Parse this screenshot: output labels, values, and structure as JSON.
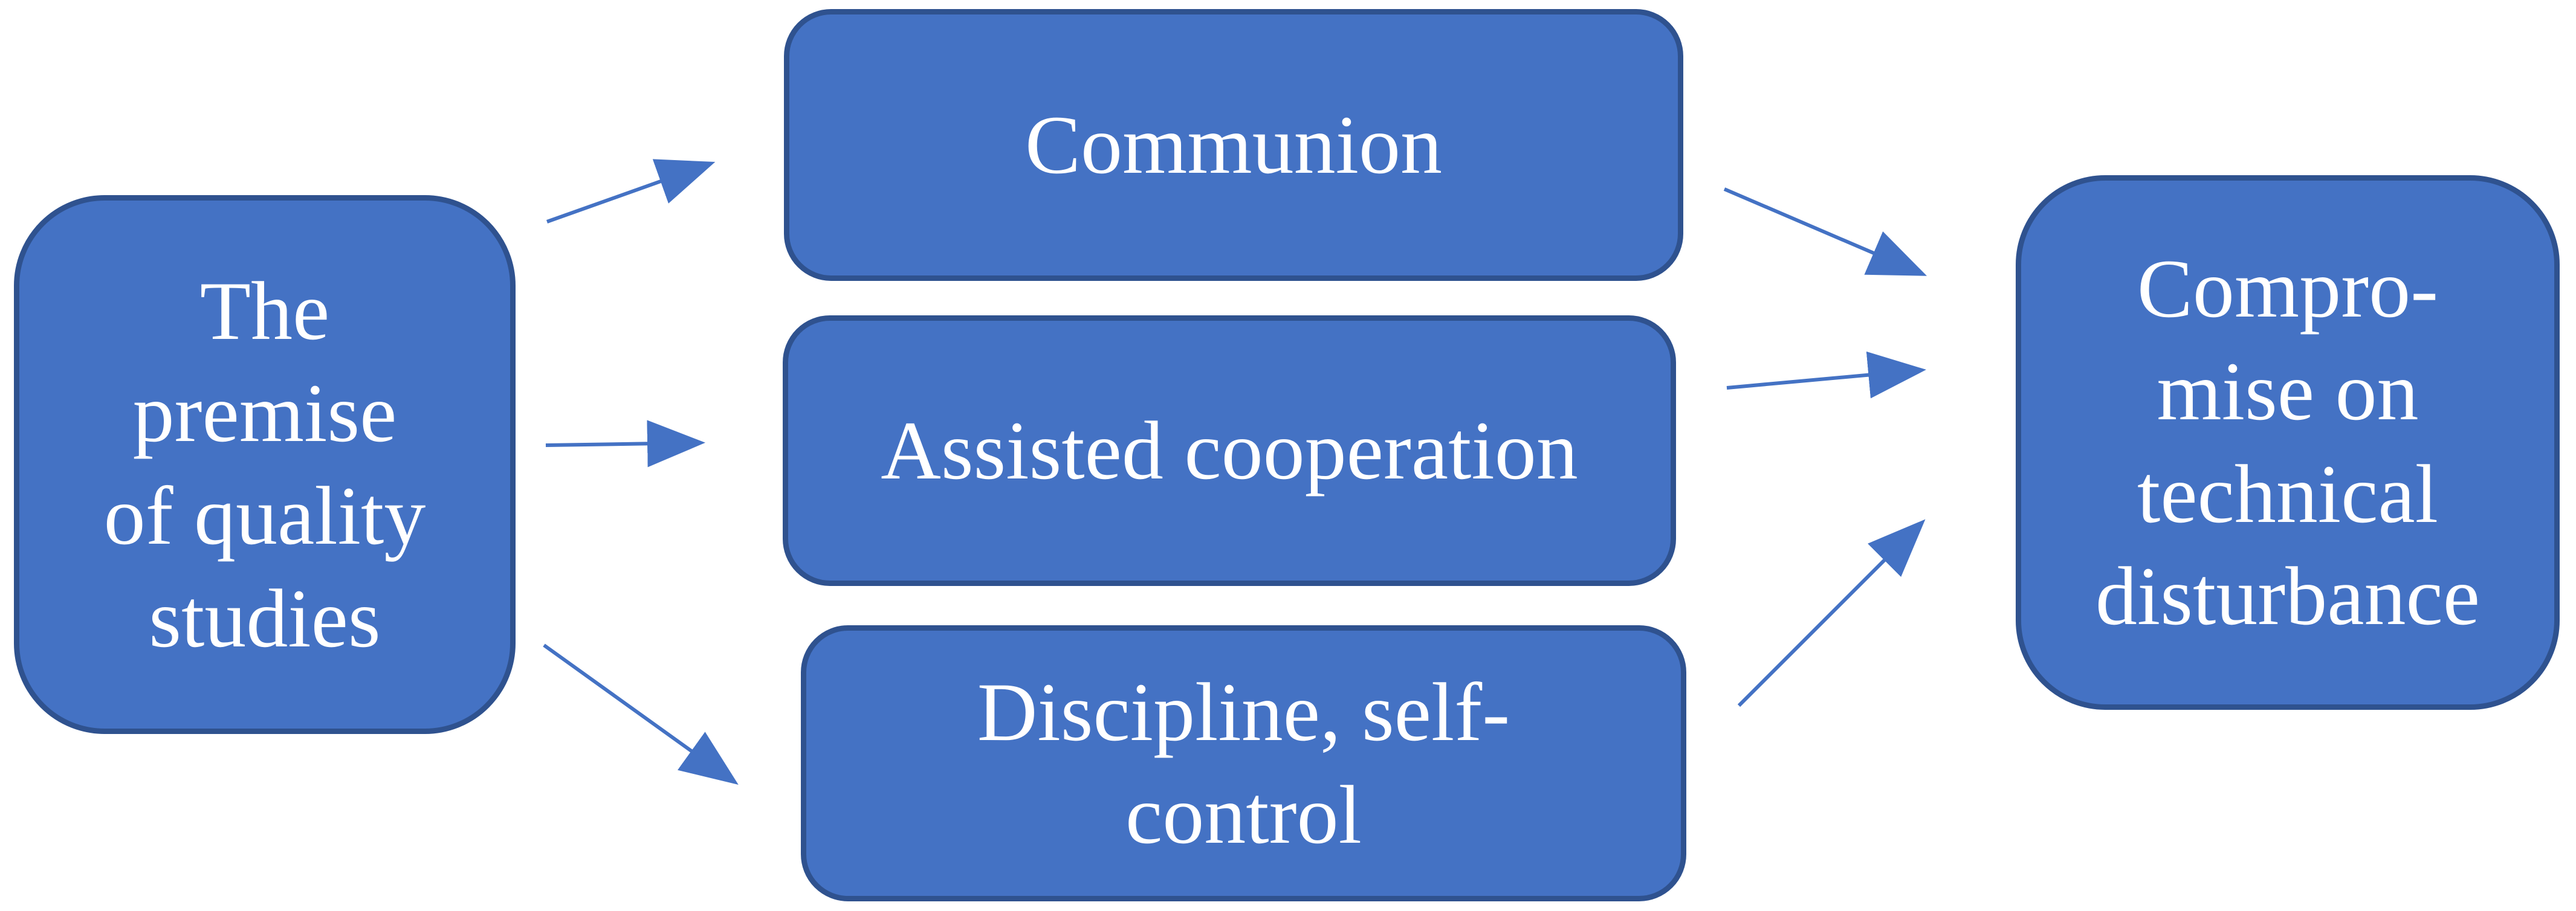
{
  "figure": {
    "type": "flow-diagram",
    "background": "#FFFFFF"
  },
  "colors": {
    "box_fill": "#4472C4",
    "box_border": "#2F528F",
    "arrow": "#4472C4",
    "text": "#FFFFFF"
  },
  "nodes": {
    "premise": {
      "label": "The premise of quality studies",
      "label_lines": [
        "The",
        "premise",
        "of quality",
        "studies"
      ]
    },
    "communion": {
      "label": "Communion",
      "label_lines": [
        "Communion"
      ]
    },
    "assisted": {
      "label": "Assisted cooperation",
      "label_lines": [
        "Assisted cooperation"
      ]
    },
    "discipline": {
      "label": "Discipline, self-control",
      "label_lines": [
        "Discipline, self-",
        "control"
      ]
    },
    "compromise": {
      "label": "Compromise on technical disturbance",
      "label_lines": [
        "Compro-",
        "mise on",
        "technical",
        "disturbance"
      ]
    }
  },
  "edges": [
    {
      "from": "The premise of quality studies",
      "to": "Communion"
    },
    {
      "from": "The premise of quality studies",
      "to": "Assisted cooperation"
    },
    {
      "from": "The premise of quality studies",
      "to": "Discipline, self-control"
    },
    {
      "from": "Communion",
      "to": "Compromise on technical disturbance"
    },
    {
      "from": "Assisted cooperation",
      "to": "Compromise on technical disturbance"
    },
    {
      "from": "Discipline, self-control",
      "to": "Compromise on technical disturbance"
    }
  ]
}
